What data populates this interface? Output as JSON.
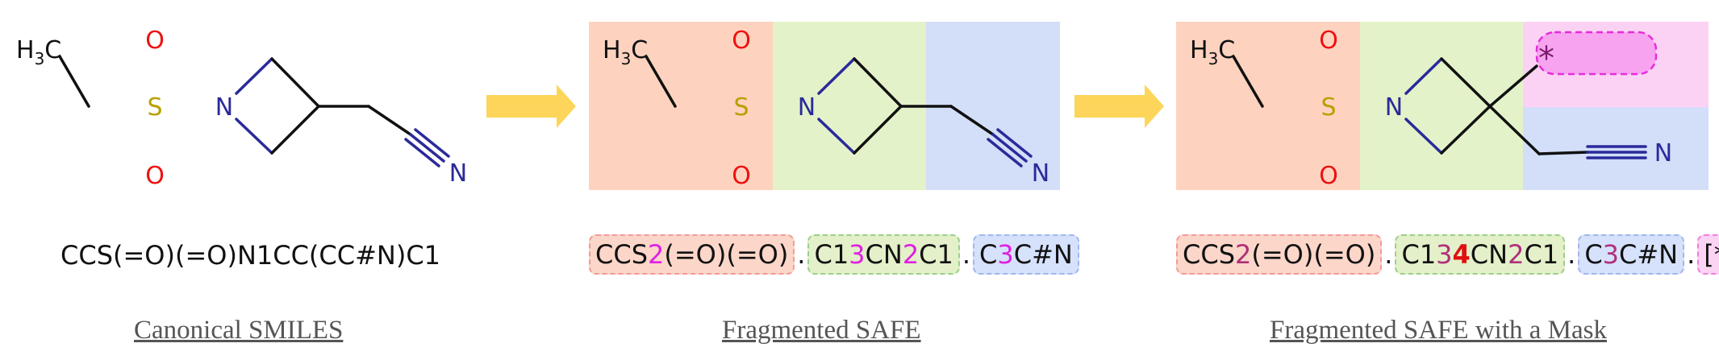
{
  "panels": [
    {
      "caption": "Canonical SMILES",
      "smiles": "CCS(=O)(=O)N1CC(CC#N)C1"
    },
    {
      "caption": "Fragmented SAFE",
      "fragments": [
        {
          "pre": "CCS",
          "num": "2",
          "post": "(=O)(=O)"
        },
        {
          "pre": "C1",
          "num": "3",
          "mid": "CN",
          "num2": "2",
          "post": "C1"
        },
        {
          "pre": "C",
          "num": "3",
          "post": "C#N"
        }
      ]
    },
    {
      "caption": "Fragmented SAFE with a Mask",
      "fragments": [
        {
          "pre": "CCS",
          "num": "2",
          "post": "(=O)(=O)"
        },
        {
          "pre": "C1",
          "num": "3",
          "new": "4",
          "mid": "CN",
          "num2": "2",
          "post": "C1"
        },
        {
          "pre": "C",
          "num": "3",
          "post": "C#N"
        },
        {
          "text": "[*]"
        }
      ]
    }
  ],
  "separator": ".",
  "atoms": {
    "methyl_h": "H",
    "methyl_sub": "3",
    "methyl_c": "C",
    "sulfur": "S",
    "oxygen": "O",
    "nitrogen": "N",
    "mask": "*"
  },
  "colors": {
    "fragment_red": "#fdd3bf",
    "fragment_green": "#e4f2c9",
    "fragment_blue": "#d3def8",
    "fragment_pink": "#fcd2f4",
    "arrow": "#fcd55a",
    "oxygen": "#ee1111",
    "nitrogen": "#2a2a9a",
    "sulfur": "#b8a000",
    "ring_number": "#e020e0"
  }
}
